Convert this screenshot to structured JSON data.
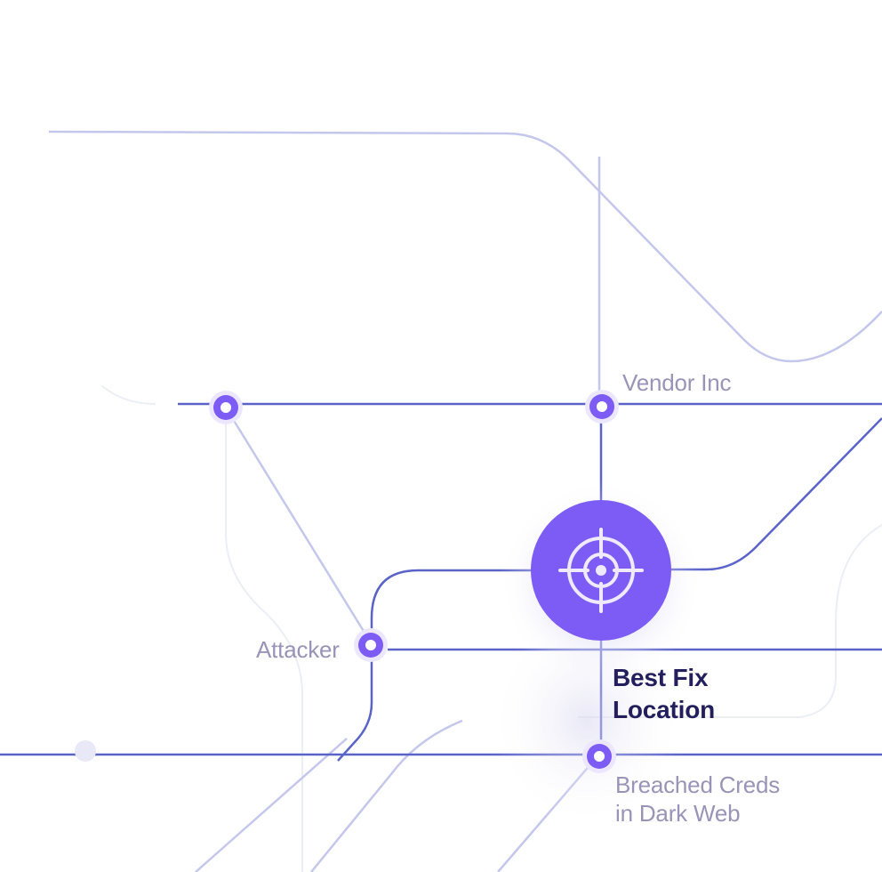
{
  "colors": {
    "accent": "#7c5cf5",
    "line_strong": "#5a63c8",
    "line_light": "#b9bde8",
    "line_faint": "#eceef6",
    "label": "#9a93b8",
    "label_strong": "#221f5c"
  },
  "nodes": {
    "vendor": {
      "label": "Vendor Inc"
    },
    "attacker": {
      "label": "Attacker"
    },
    "best_fix": {
      "label_line1": "Best Fix",
      "label_line2": "Location",
      "icon": "crosshair-target-icon"
    },
    "breached": {
      "label_line1": "Breached Creds",
      "label_line2": "in Dark Web"
    }
  }
}
